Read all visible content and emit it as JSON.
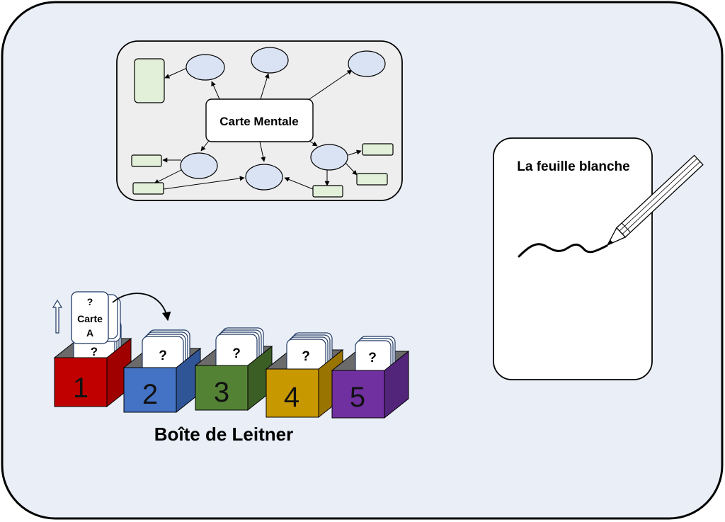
{
  "mind_map": {
    "center_label": "Carte Mentale"
  },
  "blank_sheet": {
    "title": "La feuille blanche"
  },
  "leitner": {
    "caption": "Boîte de Leitner",
    "card_mark": "?",
    "lifted_card": {
      "mark": "?",
      "line1": "Carte",
      "line2": "A"
    },
    "boxes": [
      {
        "label": "1",
        "color": "#c00000"
      },
      {
        "label": "2",
        "color": "#4472c4"
      },
      {
        "label": "3",
        "color": "#548235"
      },
      {
        "label": "4",
        "color": "#c89800"
      },
      {
        "label": "5",
        "color": "#7030a0"
      }
    ]
  },
  "colors": {
    "background_panel": "#e9eef7",
    "ellipse_fill": "#dae3f3",
    "rect_fill": "#e2f0d9"
  }
}
